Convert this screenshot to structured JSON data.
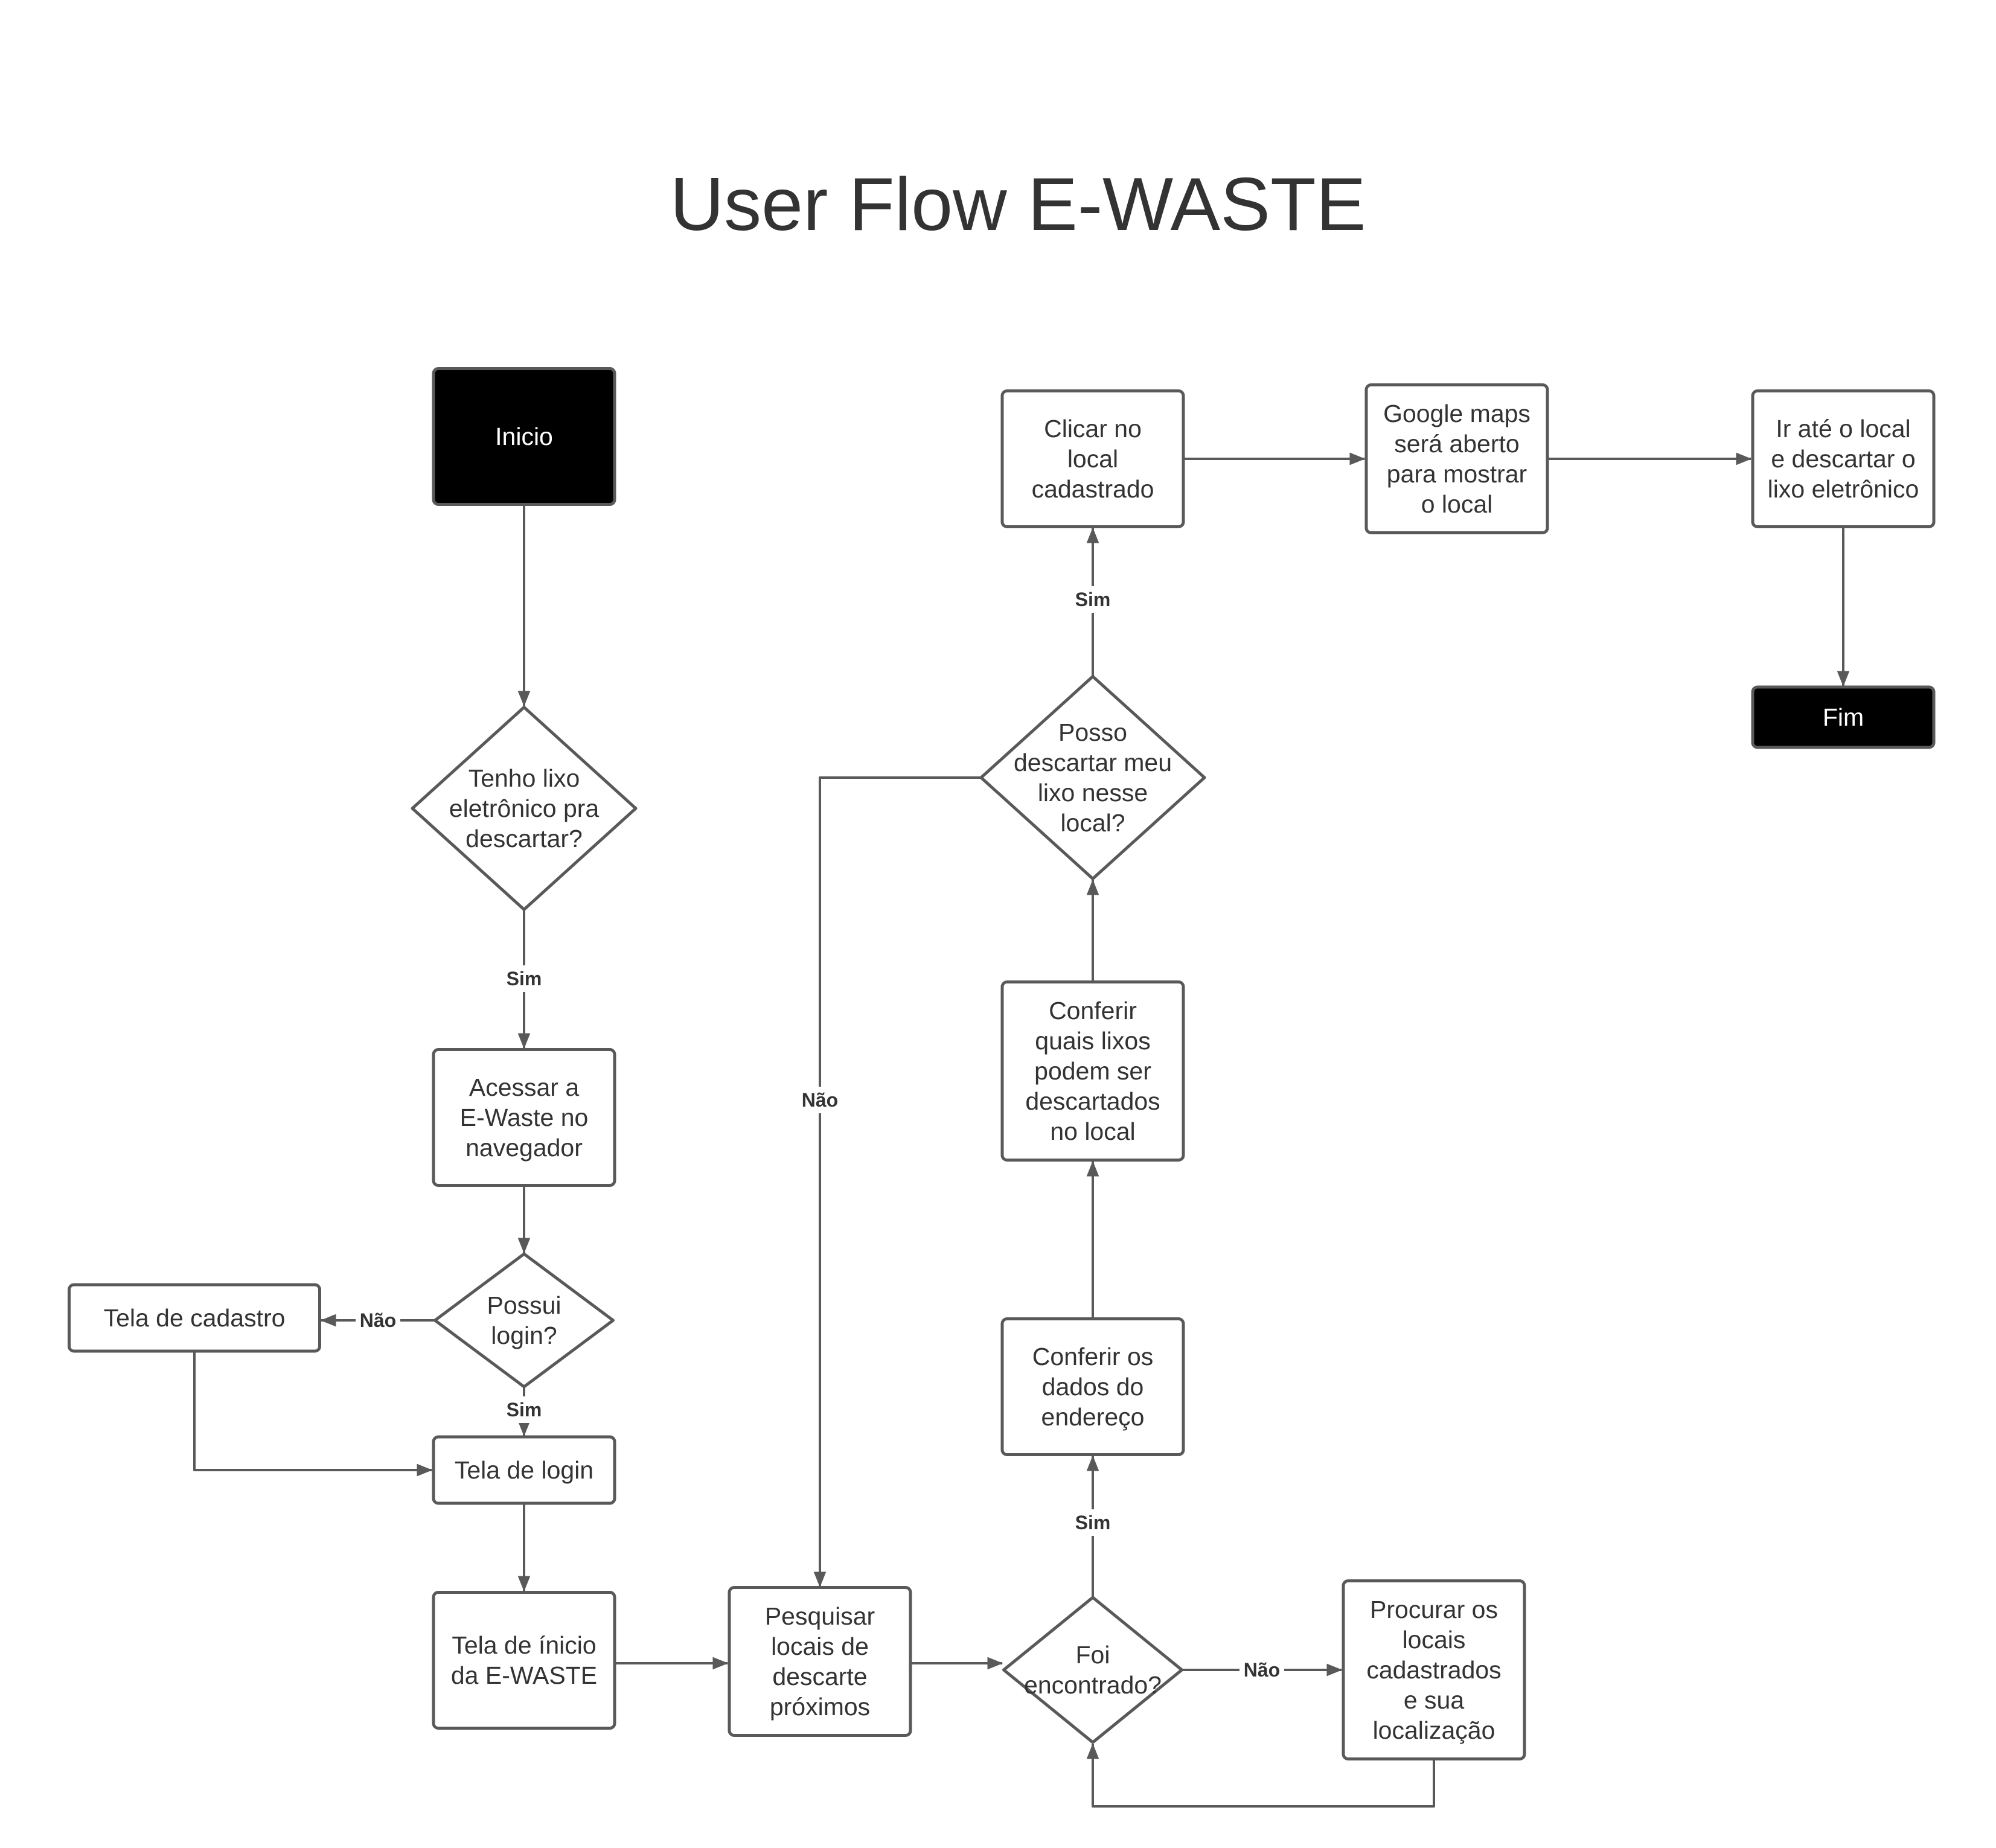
{
  "title": "User Flow E-WASTE",
  "colors": {
    "line": "#595959",
    "text": "#333333",
    "terminal_fill": "#000000",
    "terminal_text": "#ffffff"
  },
  "nodes": {
    "inicio": {
      "type": "terminal",
      "lines": [
        "Inicio"
      ]
    },
    "tenho_lixo": {
      "type": "decision",
      "lines": [
        "Tenho lixo",
        "eletrônico pra",
        "descartar?"
      ]
    },
    "acessar": {
      "type": "process",
      "lines": [
        "Acessar a",
        "E-Waste no",
        "navegador"
      ]
    },
    "possui_login": {
      "type": "decision",
      "lines": [
        "Possui",
        "login?"
      ]
    },
    "cadastro": {
      "type": "process",
      "lines": [
        "Tela de cadastro"
      ]
    },
    "login": {
      "type": "process",
      "lines": [
        "Tela de login"
      ]
    },
    "inicio_tela": {
      "type": "process",
      "lines": [
        "Tela de ínicio",
        "da E-WASTE"
      ]
    },
    "pesquisar": {
      "type": "process",
      "lines": [
        "Pesquisar",
        "locais de",
        "descarte",
        "próximos"
      ]
    },
    "foi_encontrado": {
      "type": "decision",
      "lines": [
        "Foi",
        "encontrado?"
      ]
    },
    "procurar": {
      "type": "process",
      "lines": [
        "Procurar os",
        "locais",
        "cadastrados",
        "e sua",
        "localização"
      ]
    },
    "conferir_dados": {
      "type": "process",
      "lines": [
        "Conferir os",
        "dados do",
        "endereço"
      ]
    },
    "conferir_lixos": {
      "type": "process",
      "lines": [
        "Conferir",
        "quais lixos",
        "podem ser",
        "descartados",
        "no local"
      ]
    },
    "posso_descartar": {
      "type": "decision",
      "lines": [
        "Posso",
        "descartar meu",
        "lixo nesse",
        "local?"
      ]
    },
    "clicar": {
      "type": "process",
      "lines": [
        "Clicar no",
        "local",
        "cadastrado"
      ]
    },
    "google": {
      "type": "process",
      "lines": [
        "Google maps",
        "será aberto",
        "para mostrar",
        "o local"
      ]
    },
    "ir_ate": {
      "type": "process",
      "lines": [
        "Ir até o local",
        "e descartar o",
        "lixo eletrônico"
      ]
    },
    "fim": {
      "type": "terminal",
      "lines": [
        "Fim"
      ]
    }
  },
  "edges": [
    {
      "from": "inicio",
      "to": "tenho_lixo",
      "label": ""
    },
    {
      "from": "tenho_lixo",
      "to": "acessar",
      "label": "Sim"
    },
    {
      "from": "acessar",
      "to": "possui_login",
      "label": ""
    },
    {
      "from": "possui_login",
      "to": "cadastro",
      "label": "Não"
    },
    {
      "from": "possui_login",
      "to": "login",
      "label": "Sim"
    },
    {
      "from": "cadastro",
      "to": "login",
      "label": ""
    },
    {
      "from": "login",
      "to": "inicio_tela",
      "label": ""
    },
    {
      "from": "inicio_tela",
      "to": "pesquisar",
      "label": ""
    },
    {
      "from": "pesquisar",
      "to": "foi_encontrado",
      "label": ""
    },
    {
      "from": "foi_encontrado",
      "to": "procurar",
      "label": "Não"
    },
    {
      "from": "procurar",
      "to": "foi_encontrado",
      "label": ""
    },
    {
      "from": "foi_encontrado",
      "to": "conferir_dados",
      "label": "Sim"
    },
    {
      "from": "conferir_dados",
      "to": "conferir_lixos",
      "label": ""
    },
    {
      "from": "conferir_lixos",
      "to": "posso_descartar",
      "label": ""
    },
    {
      "from": "posso_descartar",
      "to": "clicar",
      "label": "Sim"
    },
    {
      "from": "posso_descartar",
      "to": "pesquisar",
      "label": "Não"
    },
    {
      "from": "clicar",
      "to": "google",
      "label": ""
    },
    {
      "from": "google",
      "to": "ir_ate",
      "label": ""
    },
    {
      "from": "ir_ate",
      "to": "fim",
      "label": ""
    }
  ]
}
